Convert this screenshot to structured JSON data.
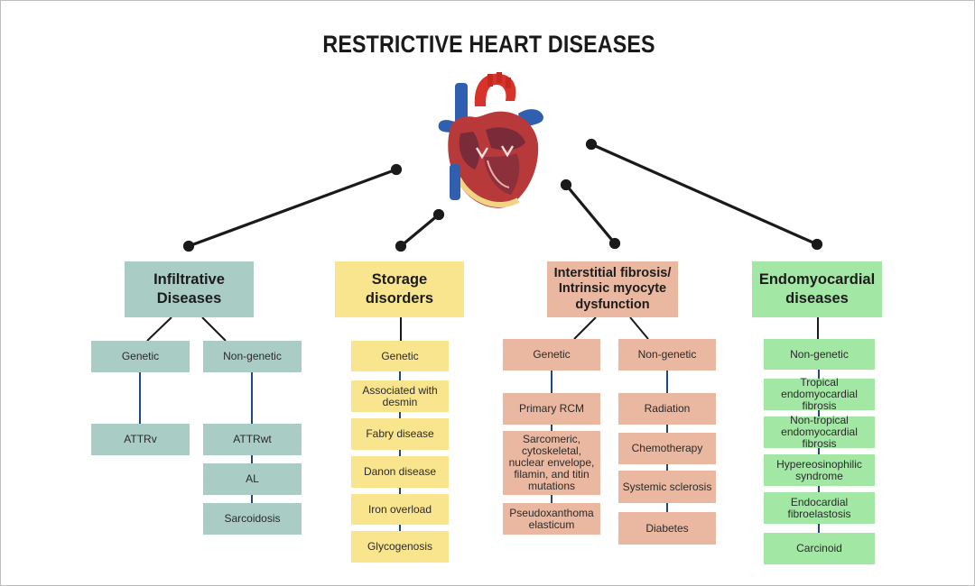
{
  "title": "RESTRICTIVE HEART DISEASES",
  "colors": {
    "infiltrative": "#a9ccc5",
    "storage": "#f9e58e",
    "fibrosis": "#eab8a1",
    "endomyocardial": "#a3e7a5",
    "connector": "#1a1a1a",
    "sub_connector": "#1f4a78"
  },
  "center_icon": "anatomical-heart-icon",
  "categories": {
    "infiltrative": {
      "label": "Infiltrative Diseases",
      "genetic": {
        "label": "Genetic",
        "items": [
          "ATTRv"
        ]
      },
      "non_genetic": {
        "label": "Non-genetic",
        "items": [
          "ATTRwt",
          "AL",
          "Sarcoidosis"
        ]
      }
    },
    "storage": {
      "label": "Storage disorders",
      "genetic": {
        "label": "Genetic",
        "items": [
          "Associated with desmin",
          "Fabry disease",
          "Danon disease",
          "Iron overload",
          "Glycogenosis"
        ]
      }
    },
    "fibrosis": {
      "label": "Interstitial fibrosis/ Intrinsic myocyte dysfunction",
      "genetic": {
        "label": "Genetic",
        "items": [
          "Primary RCM",
          "Sarcomeric, cytoskeletal, nuclear envelope, filamin, and titin mutations",
          "Pseudoxanthoma elasticum"
        ]
      },
      "non_genetic": {
        "label": "Non-genetic",
        "items": [
          "Radiation",
          "Chemotherapy",
          "Systemic sclerosis",
          "Diabetes"
        ]
      }
    },
    "endomyocardial": {
      "label": "Endomyocardial diseases",
      "non_genetic": {
        "label": "Non-genetic",
        "items": [
          "Tropical endomyocardial fibrosis",
          "Non-tropical endomyocardial fibrosis",
          "Hypereosinophilic syndrome",
          "Endocardial fibroelastosis",
          "Carcinoid"
        ]
      }
    }
  }
}
